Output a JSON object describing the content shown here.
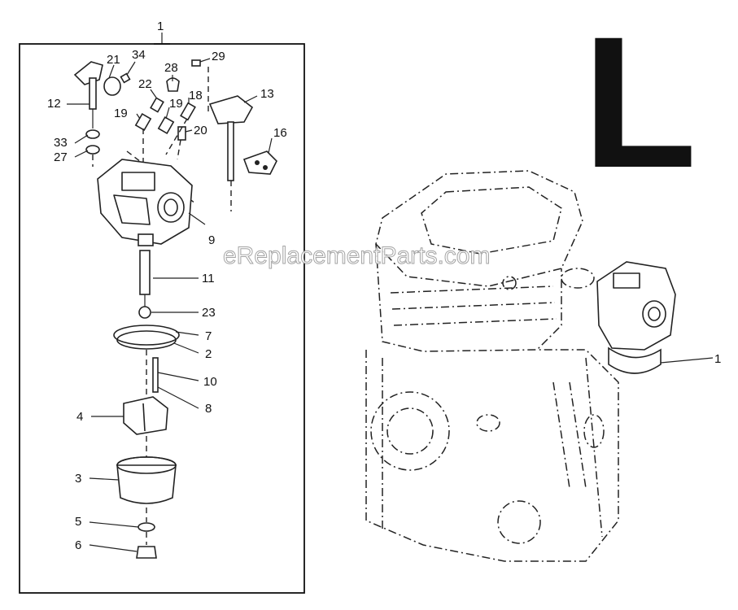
{
  "section_letter": "L",
  "watermark": "eReplacementParts.com",
  "assembly_label": "1",
  "engine_callout": "1",
  "callouts": [
    {
      "id": "34",
      "text": "34"
    },
    {
      "id": "21",
      "text": "21"
    },
    {
      "id": "12",
      "text": "12"
    },
    {
      "id": "28",
      "text": "28"
    },
    {
      "id": "29",
      "text": "29"
    },
    {
      "id": "22",
      "text": "22"
    },
    {
      "id": "18a",
      "text": "18"
    },
    {
      "id": "19a",
      "text": "19"
    },
    {
      "id": "19b",
      "text": "19"
    },
    {
      "id": "13",
      "text": "13"
    },
    {
      "id": "20",
      "text": "20"
    },
    {
      "id": "33",
      "text": "33"
    },
    {
      "id": "27",
      "text": "27"
    },
    {
      "id": "16",
      "text": "16"
    },
    {
      "id": "9",
      "text": "9"
    },
    {
      "id": "11",
      "text": "11"
    },
    {
      "id": "23",
      "text": "23"
    },
    {
      "id": "7",
      "text": "7"
    },
    {
      "id": "2",
      "text": "2"
    },
    {
      "id": "10",
      "text": "10"
    },
    {
      "id": "8",
      "text": "8"
    },
    {
      "id": "4",
      "text": "4"
    },
    {
      "id": "3",
      "text": "3"
    },
    {
      "id": "5",
      "text": "5"
    },
    {
      "id": "6",
      "text": "6"
    }
  ]
}
